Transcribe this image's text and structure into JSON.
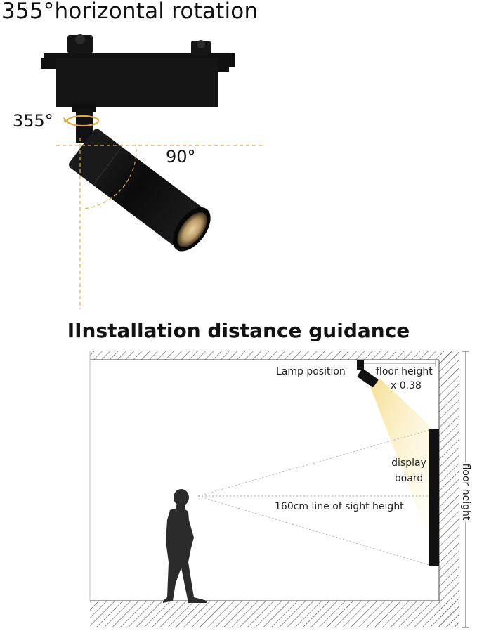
{
  "top": {
    "headline": "355°horizontal rotation",
    "rotation_label": "355°",
    "tilt_label": "90°"
  },
  "guide": {
    "title": "IInstallation distance guidance",
    "lamp_position": "Lamp position",
    "floor_height_label": "floor height",
    "factor": "x 0.38",
    "display_board_line1": "display",
    "display_board_line2": "board",
    "sight_line": "160cm line of sight height",
    "floor_height_vertical": "floor height"
  },
  "colors": {
    "fixture": "#0d0d0d",
    "guide_line": "#e3a94a",
    "hatch": "#555555",
    "light_beam": "#f8e7a8",
    "silhouette": "#2b2b2b"
  },
  "icons": [
    "rotation-arrow-icon",
    "spotlight-icon",
    "person-icon"
  ]
}
